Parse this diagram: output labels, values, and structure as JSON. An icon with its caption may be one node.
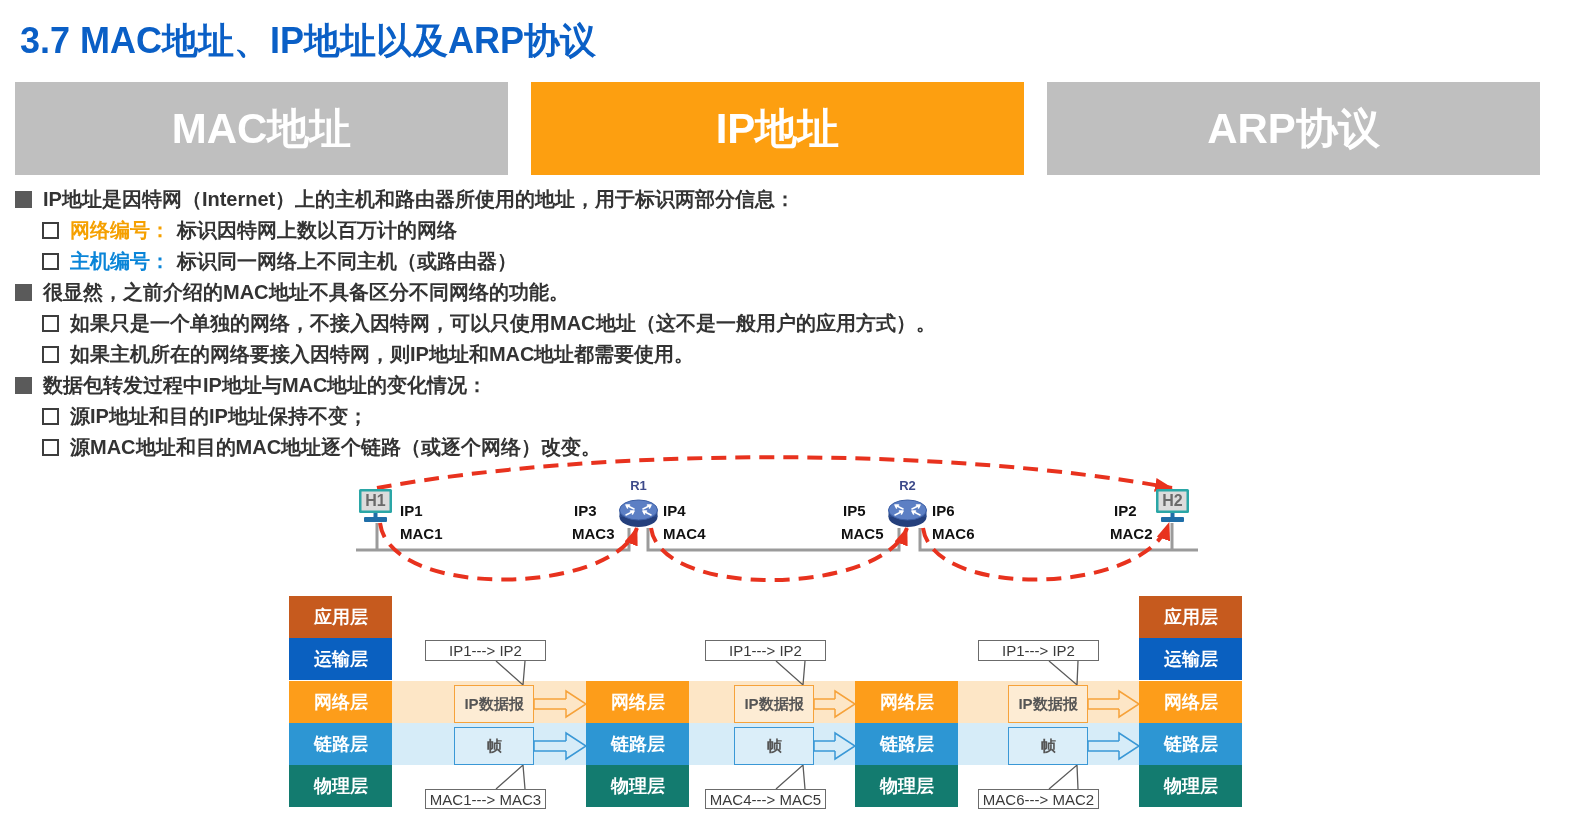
{
  "diagram": {
    "title": "3.7 MAC地址、IP地址以及ARP协议",
    "nodes": [
      {
        "text": [
          "MAC地址"
        ]
      },
      {
        "text": [
          "IP地址"
        ]
      },
      {
        "text": [
          "ARP协议"
        ]
      },
      {
        "text": [
          "H1"
        ],
        "beside": [
          "IP1",
          "MAC1"
        ]
      },
      {
        "text": [
          "R1"
        ],
        "beside": [
          "IP3",
          "MAC3",
          "IP4",
          "MAC4"
        ]
      },
      {
        "text": [
          "R2"
        ],
        "beside": [
          "IP5",
          "MAC5",
          "IP6",
          "MAC6"
        ]
      },
      {
        "text": [
          "H2"
        ],
        "beside": [
          "IP2",
          "MAC2"
        ]
      },
      {
        "text": [
          "应用层"
        ]
      },
      {
        "text": [
          "运输层"
        ]
      },
      {
        "text": [
          "网络层"
        ]
      },
      {
        "text": [
          "链路层"
        ]
      },
      {
        "text": [
          "物理层"
        ]
      },
      {
        "text": [
          "IP1---> IP2"
        ]
      },
      {
        "text": [
          "IP数据报"
        ]
      },
      {
        "text": [
          "帧"
        ]
      },
      {
        "text": [
          "MAC1---> MAC3"
        ]
      },
      {
        "text": [
          "网络层"
        ]
      },
      {
        "text": [
          "链路层"
        ]
      },
      {
        "text": [
          "物理层"
        ]
      },
      {
        "text": [
          "IP1---> IP2"
        ]
      },
      {
        "text": [
          "IP数据报"
        ]
      },
      {
        "text": [
          "帧"
        ]
      },
      {
        "text": [
          "MAC4---> MAC5"
        ]
      },
      {
        "text": [
          "网络层"
        ]
      },
      {
        "text": [
          "链路层"
        ]
      },
      {
        "text": [
          "物理层"
        ]
      },
      {
        "text": [
          "IP1---> IP2"
        ]
      },
      {
        "text": [
          "IP数据报"
        ]
      },
      {
        "text": [
          "帧"
        ]
      },
      {
        "text": [
          "MAC6---> MAC2"
        ]
      },
      {
        "text": [
          "应用层"
        ]
      },
      {
        "text": [
          "运输层"
        ]
      },
      {
        "text": [
          "网络层"
        ]
      },
      {
        "text": [
          "链路层"
        ]
      },
      {
        "text": [
          "物理层"
        ]
      }
    ],
    "edges": [
      {
        "from": 3,
        "to": 4,
        "arrow": "none"
      },
      {
        "from": 4,
        "to": 5,
        "arrow": "none"
      },
      {
        "from": 5,
        "to": 6,
        "arrow": "none"
      },
      {
        "from": 3,
        "to": 6,
        "arrow": "to",
        "style": "dashed",
        "color": "#e8321e"
      },
      {
        "from": 3,
        "to": 4,
        "arrow": "to",
        "style": "dashed",
        "color": "#e8321e"
      },
      {
        "from": 4,
        "to": 5,
        "arrow": "to",
        "style": "dashed",
        "color": "#e8321e"
      },
      {
        "from": 5,
        "to": 6,
        "arrow": "to",
        "style": "dashed",
        "color": "#e8321e"
      },
      {
        "from": 12,
        "to": 13,
        "arrow": "none"
      },
      {
        "from": 15,
        "to": 14,
        "arrow": "none"
      },
      {
        "from": 13,
        "to": 16,
        "arrow": "to",
        "color": "#f6a23a"
      },
      {
        "from": 14,
        "to": 17,
        "arrow": "to",
        "color": "#3a98d6"
      },
      {
        "from": 19,
        "to": 20,
        "arrow": "none"
      },
      {
        "from": 22,
        "to": 21,
        "arrow": "none"
      },
      {
        "from": 20,
        "to": 23,
        "arrow": "to",
        "color": "#f6a23a"
      },
      {
        "from": 21,
        "to": 24,
        "arrow": "to",
        "color": "#3a98d6"
      },
      {
        "from": 26,
        "to": 27,
        "arrow": "none"
      },
      {
        "from": 29,
        "to": 28,
        "arrow": "none"
      },
      {
        "from": 27,
        "to": 32,
        "arrow": "to",
        "color": "#f6a23a"
      },
      {
        "from": 28,
        "to": 33,
        "arrow": "to",
        "color": "#3a98d6"
      }
    ],
    "labels": [
      "IP地址是因特网（Internet）上的主机和路由器所使用的地址，用于标识两部分信息：",
      "网络编号：",
      "标识因特网上数以百万计的网络",
      "主机编号：",
      "标识同一网络上不同主机（或路由器）",
      "很显然，之前介绍的MAC地址不具备区分不同网络的功能。",
      "如果只是一个单独的网络，不接入因特网，可以只使用MAC地址（这不是一般用户的应用方式）。",
      "如果主机所在的网络要接入因特网，则IP地址和MAC地址都需要使用。",
      "数据包转发过程中IP地址与MAC地址的变化情况：",
      "源IP地址和目的IP地址保持不变；",
      "源MAC地址和目的MAC地址逐个链路（或逐个网络）改变。"
    ]
  }
}
